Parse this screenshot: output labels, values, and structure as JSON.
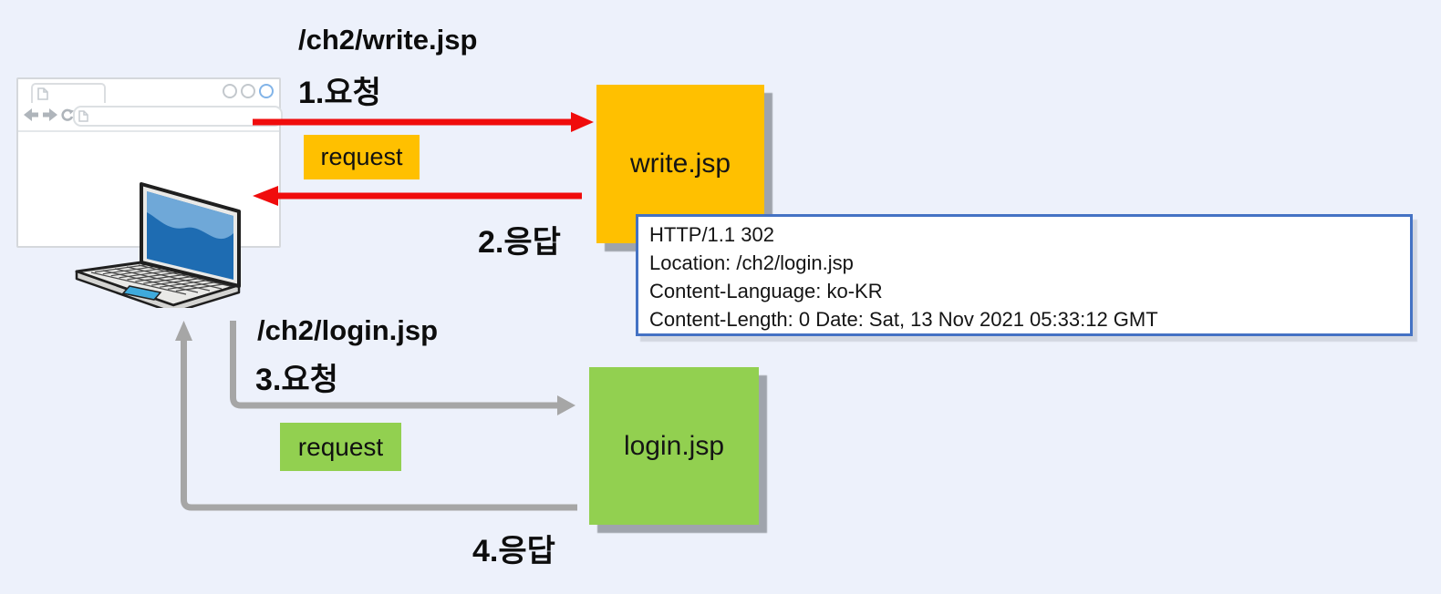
{
  "diagram": {
    "flow1": {
      "path": "/ch2/write.jsp",
      "step": "1.요청",
      "badge": "request"
    },
    "flow2": {
      "step": "2.응답"
    },
    "flow3": {
      "path": "/ch2/login.jsp",
      "step": "3.요청",
      "badge": "request"
    },
    "flow4": {
      "step": "4.응답"
    },
    "nodes": {
      "write": "write.jsp",
      "login": "login.jsp"
    },
    "http_response": {
      "lines": [
        "HTTP/1.1 302",
        "Location: /ch2/login.jsp",
        "Content-Language: ko-KR",
        "Content-Length: 0 Date: Sat, 13 Nov 2021 05:33:12 GMT"
      ]
    }
  },
  "icons": {
    "back": "left-arrow",
    "forward": "right-arrow",
    "refresh": "reload-c-arrow",
    "document": "blank-page",
    "window_controls": "three-circles"
  },
  "colors": {
    "background": "#EDF1FB",
    "request_arrow_red": "#F00C0C",
    "response_arrow_gray": "#A6A6A6",
    "node_orange": "#FFC000",
    "node_green": "#92D050",
    "http_box_border": "#4472C4",
    "laptop_screen_blue": "#1E6CB2"
  }
}
